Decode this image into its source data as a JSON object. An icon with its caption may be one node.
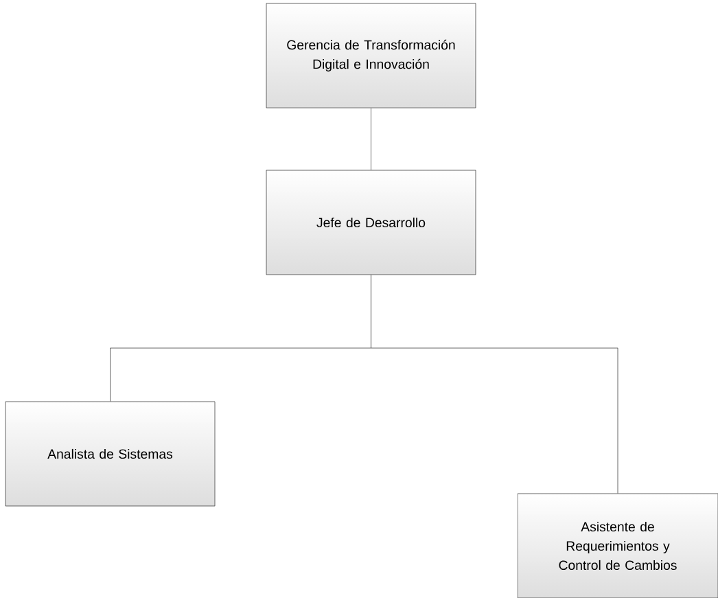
{
  "diagram": {
    "nodes": [
      {
        "text": [
          "Gerencia de Transformación Digital e Innovación"
        ]
      },
      {
        "text": [
          "Jefe de Desarrollo"
        ]
      },
      {
        "text": [
          "Analista de Sistemas"
        ]
      },
      {
        "text": [
          "Asistente de Requerimientos y Control de Cambios"
        ]
      }
    ],
    "edges": [
      {
        "from": 0,
        "to": 1,
        "arrow": "none"
      },
      {
        "from": 1,
        "to": 2,
        "arrow": "none"
      },
      {
        "from": 1,
        "to": 3,
        "arrow": "none"
      }
    ]
  }
}
